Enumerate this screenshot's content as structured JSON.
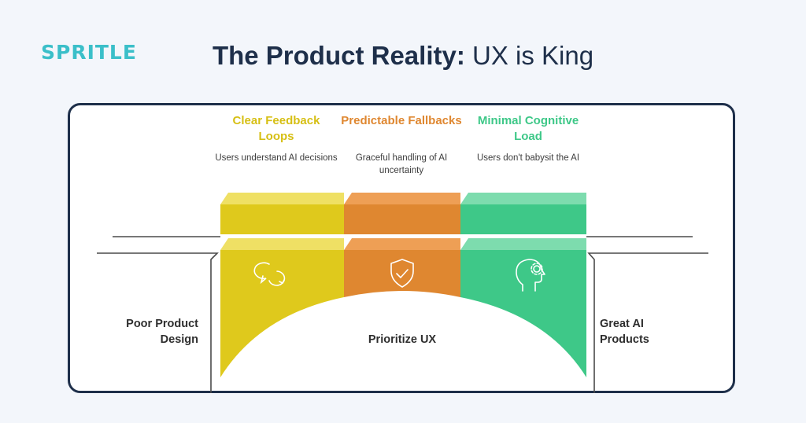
{
  "brand": {
    "logo_text": "SPRITLE"
  },
  "title": {
    "bold": "The Product Reality:",
    "light": "UX is King"
  },
  "pillars": [
    {
      "title": "Clear Feedback Loops",
      "description": "Users understand AI decisions",
      "color": "#dfc91c",
      "icon": "refresh-chat-icon"
    },
    {
      "title": "Predictable Fallbacks",
      "description": "Graceful handling of AI uncertainty",
      "color": "#df8730",
      "icon": "shield-check-icon"
    },
    {
      "title": "Minimal Cognitive Load",
      "description": "Users don't babysit the AI",
      "color": "#3ec888",
      "icon": "head-gear-icon"
    }
  ],
  "left_label": "Poor Product Design",
  "right_label": "Great AI Products",
  "center_label": "Prioritize UX",
  "colors": {
    "title": "#1e2f4a",
    "frame": "#1e2f4a",
    "logo": "#3bbfc9"
  }
}
